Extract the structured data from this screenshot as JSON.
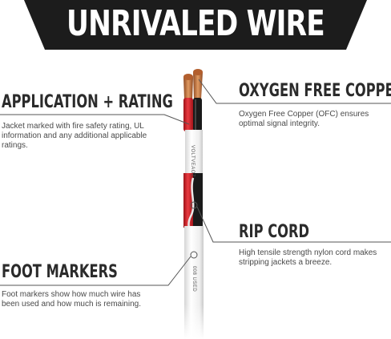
{
  "banner": {
    "title": "UNRIVALED WIRE"
  },
  "features": {
    "application": {
      "title": "APPLICATION + RATING",
      "description": "Jacket marked with fire safety rating, UL information and any additional applicable ratings."
    },
    "oxygen": {
      "title": "OXYGEN FREE COPPER",
      "description": "Oxygen Free Copper (OFC) ensures optimal signal integrity."
    },
    "rip_cord": {
      "title": "RIP CORD",
      "description": "High tensile strength nylon cord makes stripping jackets a breeze."
    },
    "foot_markers": {
      "title": "FOOT MARKERS",
      "description": "Foot markers show how much wire has been used and how much is remaining."
    }
  },
  "cable": {
    "jacket_print": "VOLTVEAOZ",
    "foot_print": "008 USED"
  },
  "colors": {
    "banner": "#1c1c1c",
    "jacket": "#f2f2f2",
    "red_conductor": "#d81f26",
    "black_conductor": "#1a1a1a",
    "copper": "#c8703a"
  }
}
